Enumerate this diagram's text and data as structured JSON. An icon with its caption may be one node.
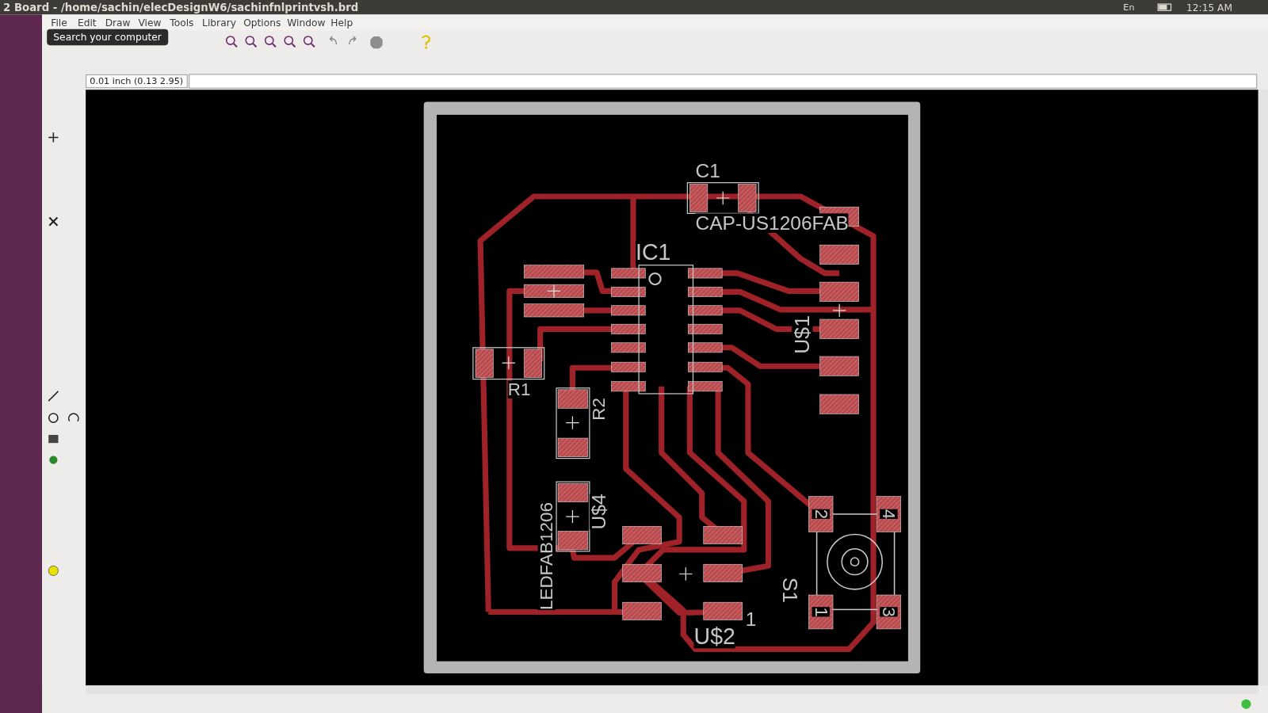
{
  "diagram": {
    "title": "2 Board - /home/sachin/elecDesignW6/sachinfnlprintvsh.brd",
    "labels": [
      "En",
      "12:15 AM",
      "File",
      "Edit",
      "Draw",
      "View",
      "Tools",
      "Library",
      "Options",
      "Window",
      "Help",
      "Search your computer",
      "0.01 inch (0.13 2.95)",
      "C1",
      "CAP-US1206FAB",
      "IC1",
      "U$1",
      "R1",
      "R2",
      "U$4",
      "LEDFAB1206",
      "2",
      "4",
      "S1",
      "1",
      "3",
      "1",
      "U$2"
    ]
  }
}
